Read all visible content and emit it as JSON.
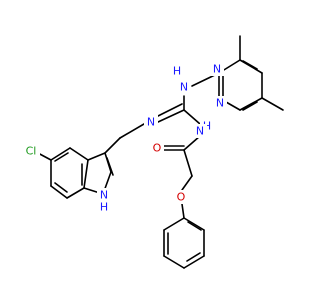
{
  "molecule": {
    "labels": {
      "pyrimidine_n_top": "N",
      "pyrimidine_n_bottom": "N",
      "amine_nh_top": "H",
      "amine_n_top": "N",
      "imine_n": "N",
      "amide_nh_h": "H",
      "amide_n": "N",
      "chloro": "Cl",
      "carbonyl_o": "O",
      "ether_o": "O",
      "indole_n": "N",
      "indole_h": "H"
    },
    "colors": {
      "carbon": "#000000",
      "nitrogen": "#1a1aff",
      "oxygen": "#d40000",
      "chlorine": "#1e9a1e"
    }
  }
}
